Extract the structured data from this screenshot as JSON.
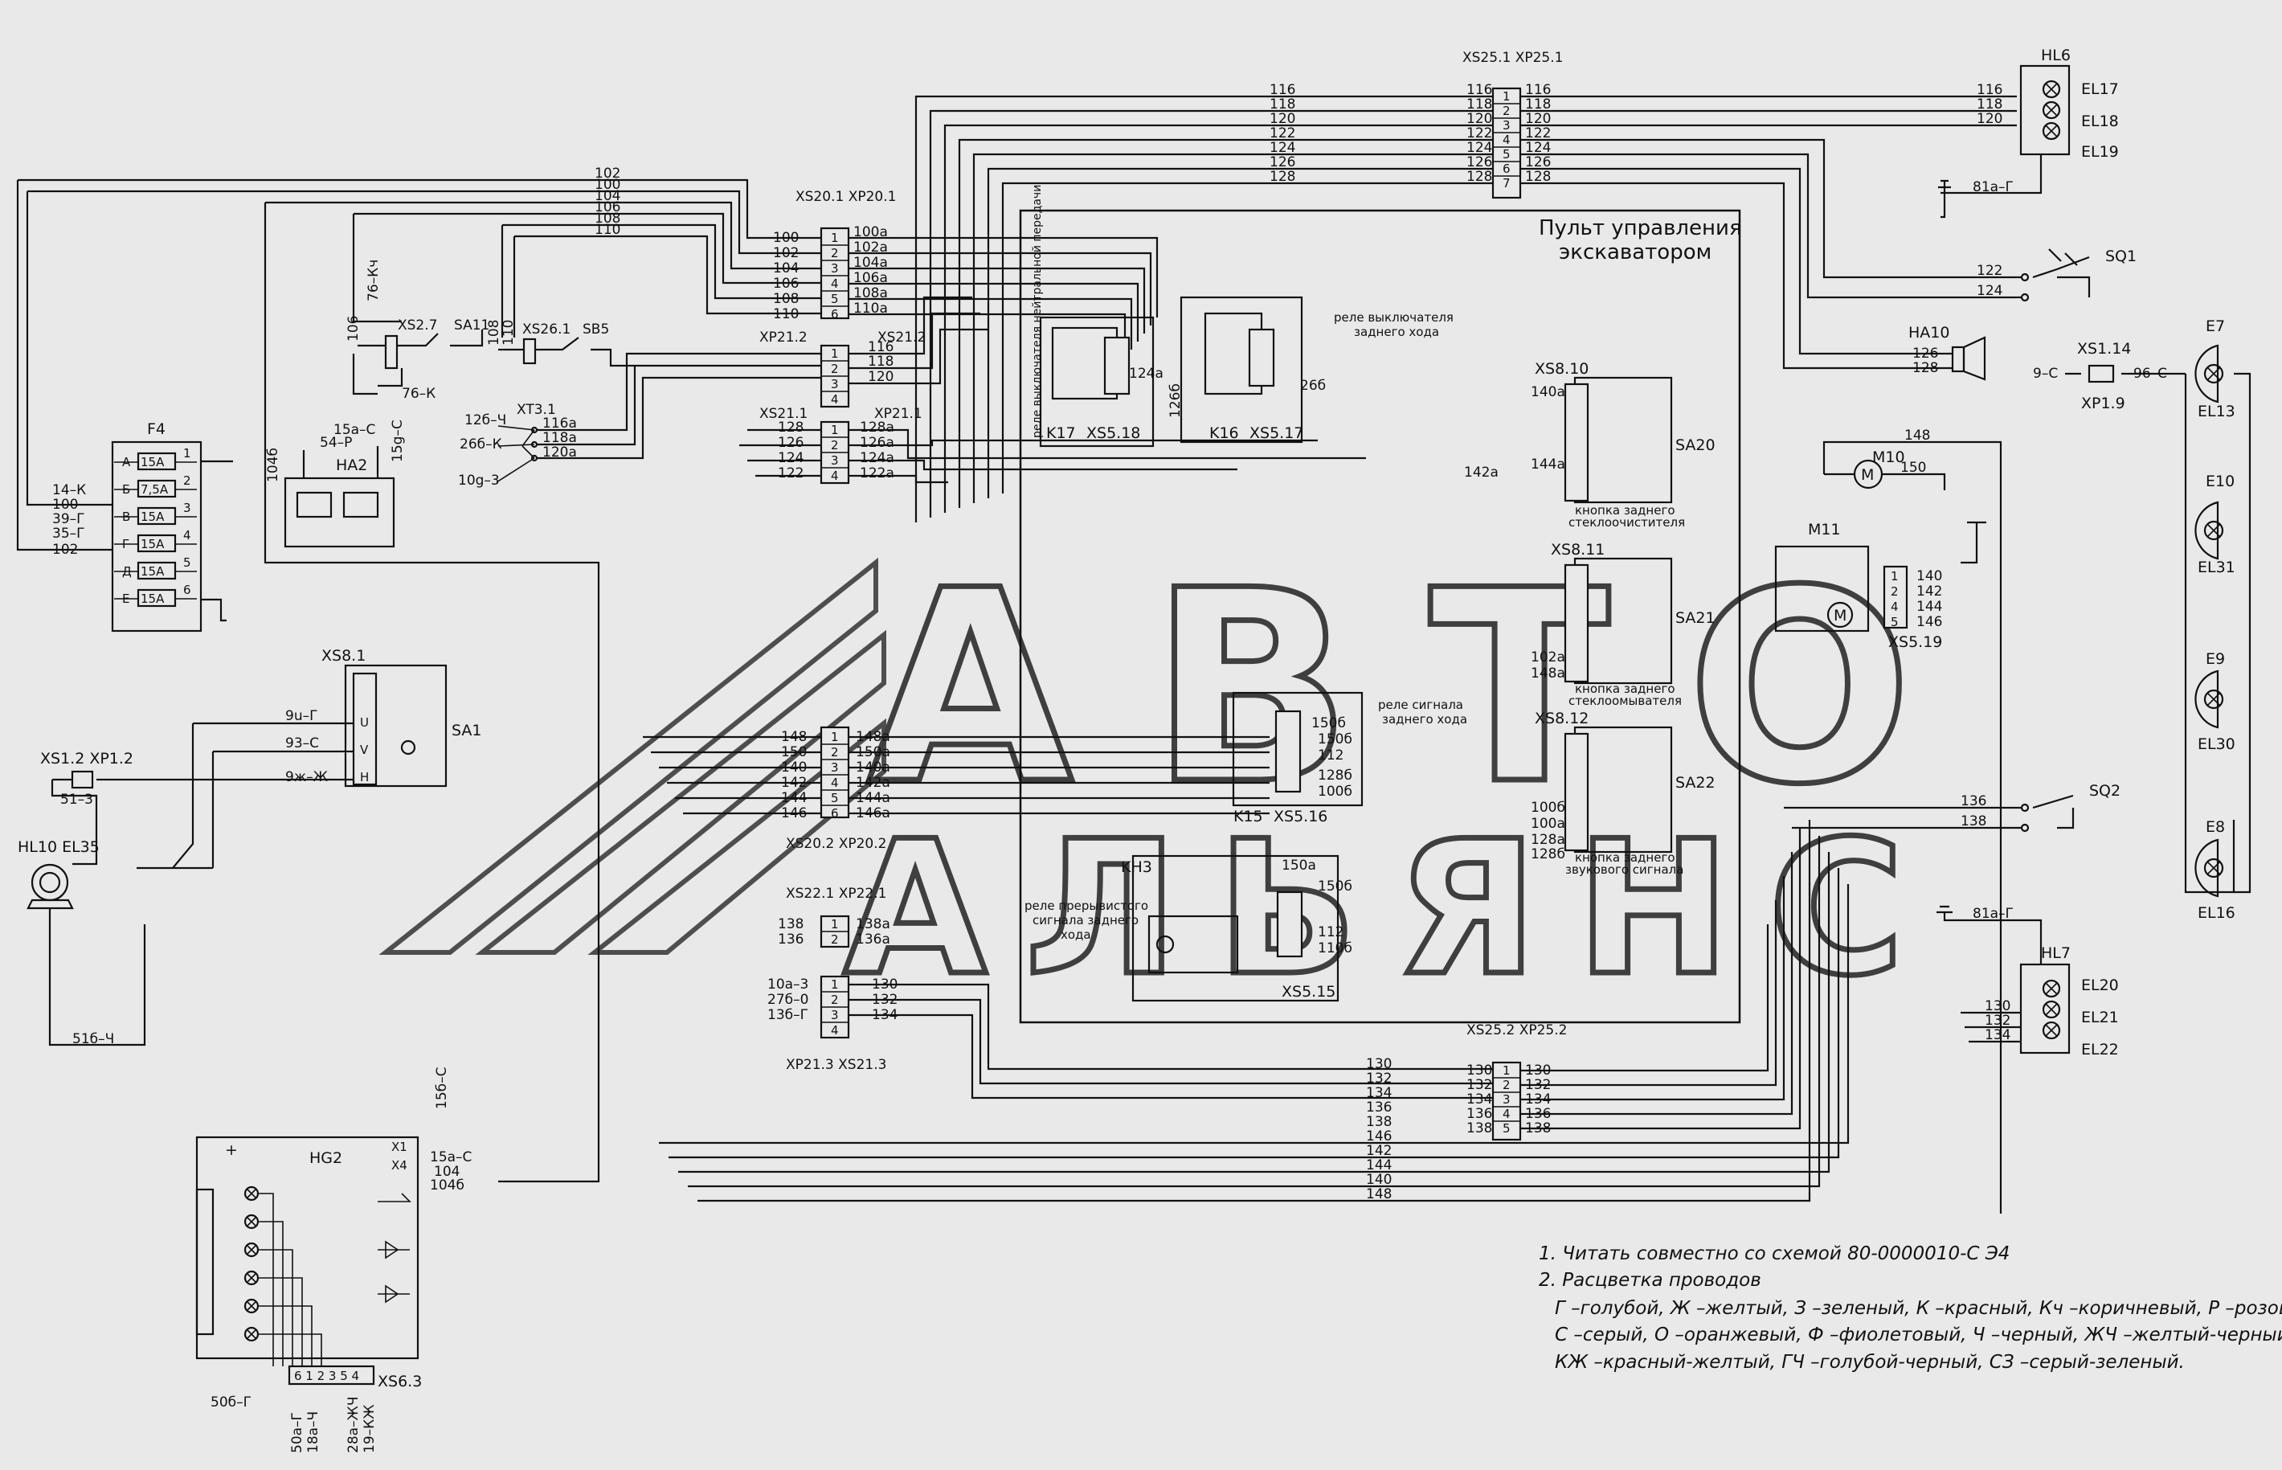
{
  "connectors": {
    "xs25_1": "XS25.1  XP25.1",
    "xs20_1": "XS20.1  XP20.1",
    "xp21_2": "XP21.2",
    "xs21_2": "XS21.2",
    "xs21_1": "XS21.1",
    "xp21_1": "XP21.1",
    "xt3_1": "XT3.1",
    "xs2_7": "XS2.7",
    "sa11": "SA11",
    "xs26_1": "XS26.1",
    "sb5": "SB5",
    "f4": "F4",
    "ha2": "HA2",
    "xs8_1": "XS8.1",
    "sa1": "SA1",
    "xs1_2": "XS1.2  XP1.2",
    "hl10": "HL10 EL35",
    "xs20_2": "XS20.2  XP20.2",
    "xs22_1": "XS22.1  XP22.1",
    "xp21_3": "XP21.3  XS21.3",
    "hg2": "HG2",
    "xs6_3": "XS6.3",
    "k17": "K17",
    "xs5_18": "XS5.18",
    "k16": "K16",
    "xs5_17": "XS5.17",
    "k15": "K15",
    "xs5_16": "XS5.16",
    "kh3": "KH3",
    "xs5_15": "XS5.15",
    "xs8_10": "XS8.10",
    "sa20": "SA20",
    "xs8_11": "XS8.11",
    "sa21": "SA21",
    "xs8_12": "XS8.12",
    "sa22": "SA22",
    "xs25_2": "XS25.2  XP25.2",
    "hl6": "HL6",
    "el17": "EL17",
    "el18": "EL18",
    "el19": "EL19",
    "sq1": "SQ1",
    "ha10": "HA10",
    "xs1_14": "XS1.14",
    "xp1_9": "XP1.9",
    "m10": "M10",
    "m11": "M11",
    "xs5_19": "XS5.19",
    "e7": "E7",
    "el13": "EL13",
    "e10": "E10",
    "el31": "EL31",
    "e9": "E9",
    "el30": "EL30",
    "e8": "E8",
    "el16": "EL16",
    "sq2": "SQ2",
    "hl7": "HL7",
    "el20": "EL20",
    "el21": "EL21",
    "el22": "EL22"
  },
  "panel_title_1": "Пульт управления",
  "panel_title_2": "экскаватором",
  "relays": {
    "k17": "реле выключателя нейтральной передачи",
    "k16_1": "реле выключателя",
    "k16_2": "заднего хода",
    "k15_1": "реле сигнала",
    "k15_2": "заднего хода",
    "kh3_1": "реле прерывистого",
    "kh3_2": "сигнала заднего",
    "kh3_3": "хода"
  },
  "buttons": {
    "sa20_1": "кнопка заднего",
    "sa20_2": "стеклоочистителя",
    "sa21_1": "кнопка заднего",
    "sa21_2": "стеклоомывателя",
    "sa22_1": "кнопка заднего",
    "sa22_2": "звукового сигнала"
  },
  "fuses": [
    {
      "letter": "А",
      "rating": "15А",
      "num": "1"
    },
    {
      "letter": "Б",
      "rating": "7,5А",
      "num": "2"
    },
    {
      "letter": "В",
      "rating": "15А",
      "num": "3"
    },
    {
      "letter": "Г",
      "rating": "15А",
      "num": "4"
    },
    {
      "letter": "Д",
      "rating": "15А",
      "num": "5"
    },
    {
      "letter": "Е",
      "rating": "15А",
      "num": "6"
    }
  ],
  "wires_top": [
    "116",
    "118",
    "120",
    "122",
    "124",
    "126",
    "128"
  ],
  "wires_xs20_1": [
    "100",
    "102",
    "104",
    "106",
    "108",
    "110"
  ],
  "wires_xs20_1a": [
    "100а",
    "102а",
    "104а",
    "106а",
    "108а",
    "110а"
  ],
  "wires_bottom": [
    "130",
    "132",
    "134",
    "136",
    "138",
    "146",
    "142",
    "144",
    "140",
    "148"
  ],
  "wires_xs20_2": [
    "148",
    "150",
    "140",
    "142",
    "144",
    "146"
  ],
  "wires_xs20_2a": [
    "148а",
    "150а",
    "140а",
    "142а",
    "144а",
    "146а"
  ],
  "left_labels": {
    "w14k": "14–К",
    "w100": "100",
    "w39g": "39–Г",
    "w35g": "35–Г",
    "w102": "102",
    "w76kch": "76–Кч",
    "w76k": "76–К",
    "w15ac": "15а–С",
    "w54r": "54–Р",
    "w15gc": "15g–С",
    "w104b": "104б",
    "w12bch": "12б–Ч",
    "w26bk": "26б–К",
    "w10g3": "10g–3",
    "w9ug": "9u–Г",
    "w93c": "93–С",
    "w9zh": "9ж–Ж",
    "w51_3": "51–3",
    "w51b": "51б–Ч",
    "w15bc": "15б–С",
    "w50bg": "50б–Г",
    "w10a3": "10а–3",
    "w27b0": "27б–0",
    "w13bg": "13б–Г",
    "w9c": "9–С",
    "w96c": "96–С",
    "w81ag": "81а–Г",
    "w150": "150",
    "w148": "148",
    "w81bg": "81а–Г"
  },
  "notes": {
    "n1": "1. Читать совместно со схемой 80-0000010-С Э4",
    "n2": "2. Расцветка проводов",
    "n3": "Г –голубой, Ж –желтый, З –зеленый, К –красный, Кч –коричневый, Р –розовый,",
    "n4": "С –серый, О –оранжевый, Ф –фиолетовый, Ч –черный, ЖЧ –желтый-черный,",
    "n5": "КЖ –красный-желтый, ГЧ –голубой-черный, СЗ –серый-зеленый."
  },
  "watermark": {
    "line1": "АВТО",
    "line2": "АЛЬЯНС"
  }
}
